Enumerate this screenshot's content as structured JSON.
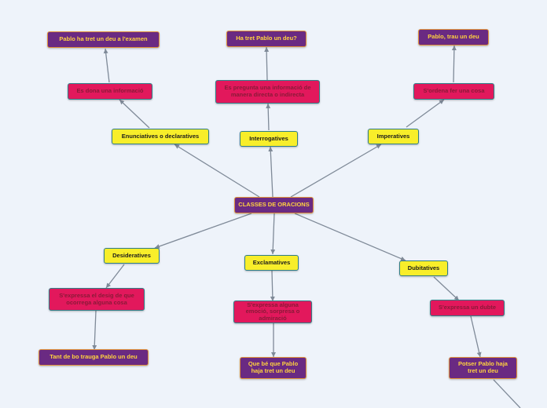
{
  "map": {
    "root": "CLASSES DE ORACIONS",
    "branches": [
      {
        "label": "Enunciatives o declaratives",
        "description": "Es dona una informació",
        "example": "Pablo ha tret un deu a l'examen"
      },
      {
        "label": "Interrogatives",
        "description": "Es pregunta una informació de manera directa o indirecta",
        "example": "Ha tret Pablo un deu?"
      },
      {
        "label": "Imperatives",
        "description": "S'ordena fer una cosa",
        "example": "Pablo, trau un deu"
      },
      {
        "label": "Desideratives",
        "description": "S'expressa el desig de que ocorrega alguna cosa",
        "example": "Tant de bo trauga Pablo un deu"
      },
      {
        "label": "Exclamatives",
        "description": "S'expressa alguna emoció, sorpresa o admiració",
        "example": "Que bé que Pablo haja tret un deu"
      },
      {
        "label": "Dubitatives",
        "description": "S'expressa un dubte",
        "example": "Potser Pablo haja tret un deu"
      }
    ]
  },
  "colors": {
    "background": "#eef3fa",
    "root": "#6a2a82",
    "type_node": "#f8ee2a",
    "description_node": "#e2185c",
    "example_node": "#6a2a82",
    "connector": "#7f8a98"
  }
}
